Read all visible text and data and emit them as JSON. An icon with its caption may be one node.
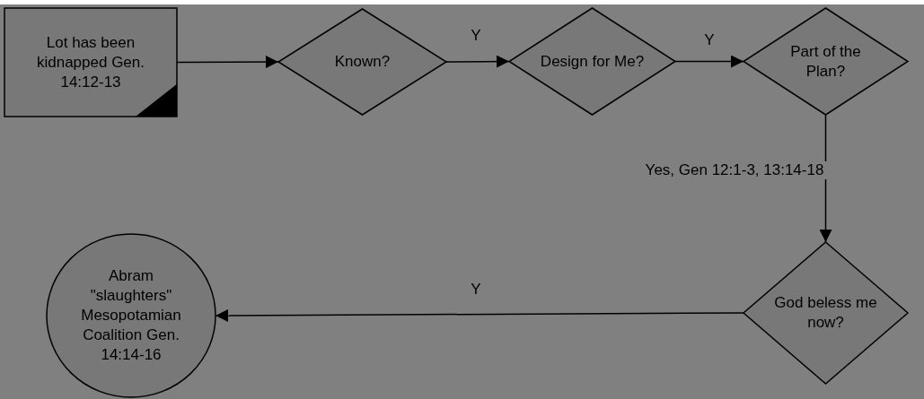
{
  "diagram": {
    "nodes": [
      {
        "text": [
          "Lot has been kidnapped Gen. 14:12-13"
        ]
      },
      {
        "text": [
          "Known?"
        ]
      },
      {
        "text": [
          "Design for Me?"
        ]
      },
      {
        "text": [
          "Part of the Plan?"
        ]
      },
      {
        "text": [
          "God beless me now?"
        ]
      },
      {
        "text": [
          "Abram \"slaughters\" Mesopotamian Coalition Gen. 14:14-16"
        ]
      }
    ],
    "edges": [
      {
        "from": 0,
        "to": 1,
        "arrow": "to"
      },
      {
        "from": 1,
        "to": 2,
        "arrow": "to",
        "label": "Y"
      },
      {
        "from": 2,
        "to": 3,
        "arrow": "to",
        "label": "Y"
      },
      {
        "from": 3,
        "to": 4,
        "arrow": "to",
        "label": "Yes, Gen 12:1-3, 13:14-18"
      },
      {
        "from": 4,
        "to": 5,
        "arrow": "to",
        "label": "Y"
      }
    ]
  }
}
